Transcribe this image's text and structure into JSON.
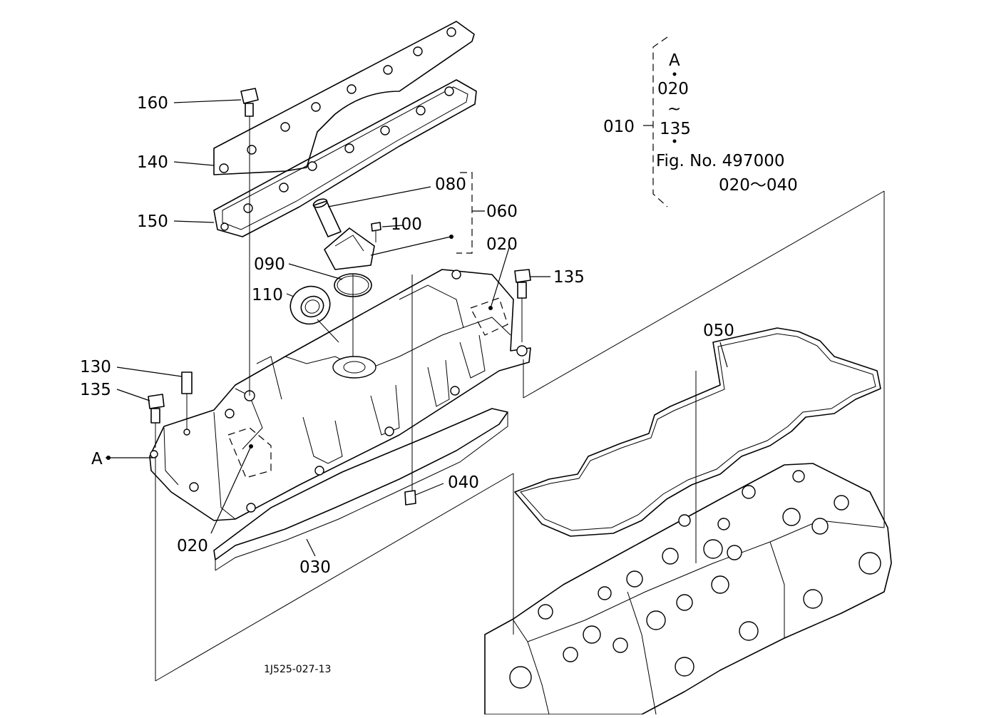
{
  "figure_id": "1J525-027-13",
  "callouts": {
    "c160": "160",
    "c140": "140",
    "c150": "150",
    "c080": "080",
    "c060": "060",
    "c100": "100",
    "c020_top": "020",
    "c090": "090",
    "c110": "110",
    "c135_right": "135",
    "c050": "050",
    "c130": "130",
    "c135_left": "135",
    "cA": "A",
    "c040": "040",
    "c020_bottom": "020",
    "c030": "030"
  },
  "assembly_note": {
    "ref": "010",
    "a": "A",
    "from": "020",
    "tilde": "~",
    "to": "135",
    "fig": "Fig. No. 497000",
    "range": "020～040"
  }
}
